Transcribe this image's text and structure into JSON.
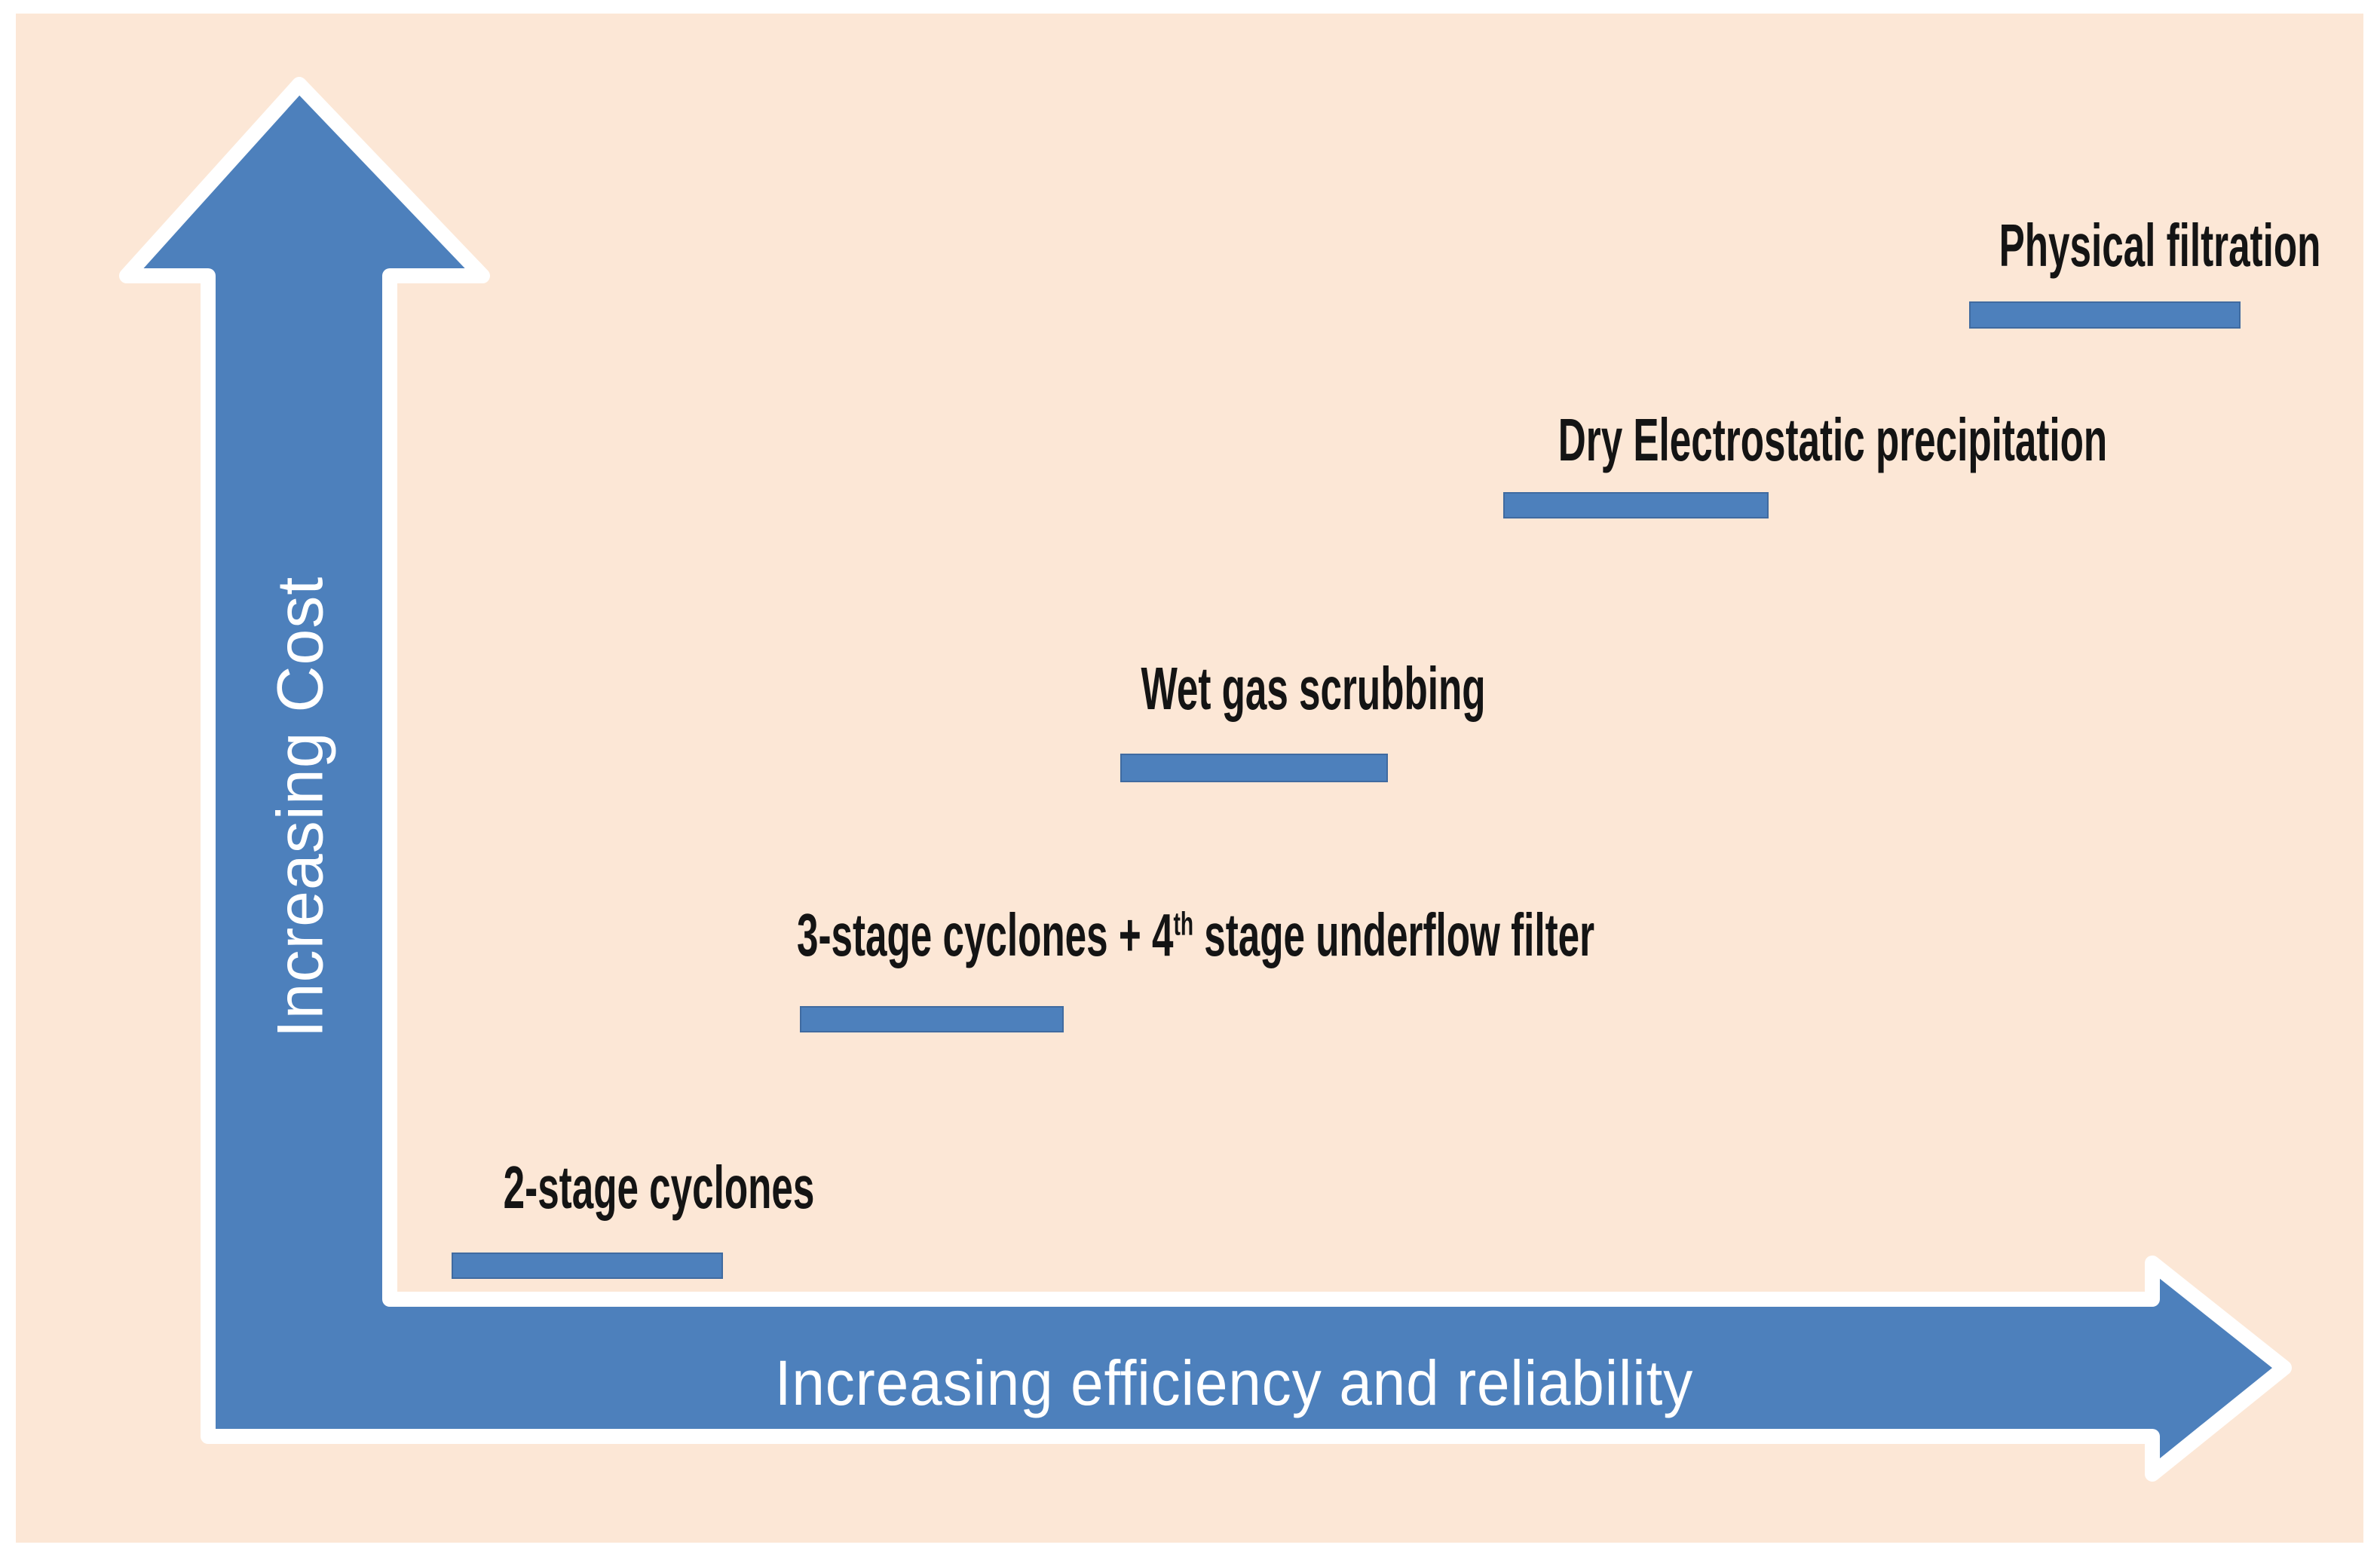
{
  "theme": {
    "page-bg": "#ffffff",
    "panel": "#fce7d6",
    "accent": "#4d80bc",
    "ink": "#141414"
  },
  "axes": {
    "y_label": "Increasing Cost",
    "x_label": "Increasing efficiency and reliability"
  },
  "steps": [
    {
      "label": "2-stage cyclones"
    },
    {
      "label_pre": "3-stage cyclones + 4",
      "label_sup": "th",
      "label_post": " stage underflow filter"
    },
    {
      "label": "Wet gas scrubbing"
    },
    {
      "label": "Dry Electrostatic precipitation"
    },
    {
      "label": "Physical filtration"
    }
  ]
}
